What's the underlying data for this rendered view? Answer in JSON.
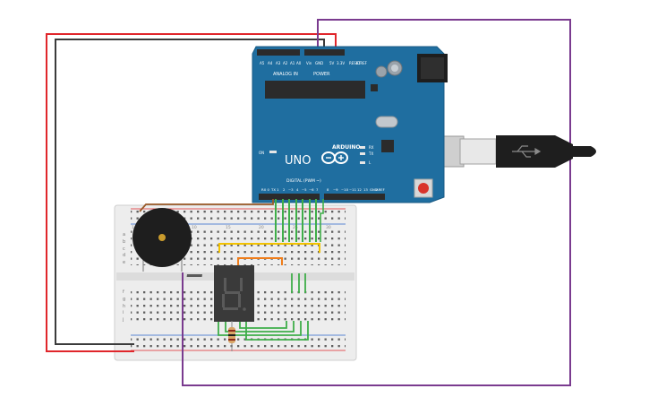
{
  "arduino": {
    "brand": "ARDUINO",
    "model": "UNO",
    "on_label": "ON",
    "power_label": "POWER",
    "analog_label": "ANALOG IN",
    "digital_label": "DIGITAL (PWM ~)",
    "tx_label": "TX",
    "rx_label": "RX",
    "l_label": "L",
    "top_pins": [
      "IOREF",
      "RESET",
      "3.3V",
      "5V",
      "GND",
      "GND",
      "Vin",
      "A0",
      "A1",
      "A2",
      "A3",
      "A4",
      "A5"
    ],
    "bottom_pins": [
      "AREF",
      "GND",
      "13",
      "12",
      "~11",
      "~10",
      "~9",
      "8",
      "7",
      "~6",
      "~5",
      "4",
      "~3",
      "2",
      "TX 1",
      "RX 0"
    ]
  },
  "breadboard": {
    "row_letters_top": [
      "a",
      "b",
      "c",
      "d",
      "e"
    ],
    "row_letters_bottom": [
      "f",
      "g",
      "h",
      "i",
      "j"
    ],
    "column_numbers": [
      "1",
      "5",
      "10",
      "15",
      "20",
      "25",
      "30"
    ]
  },
  "colors": {
    "board_blue": "#1f6ea0",
    "wire_red": "#e0262b",
    "wire_black": "#3b3b3b",
    "wire_purple": "#7a3b8f",
    "wire_green": "#3fae49",
    "wire_orange": "#ef7d1a",
    "wire_yellow": "#f3c200",
    "wire_brown": "#9a5a28"
  }
}
